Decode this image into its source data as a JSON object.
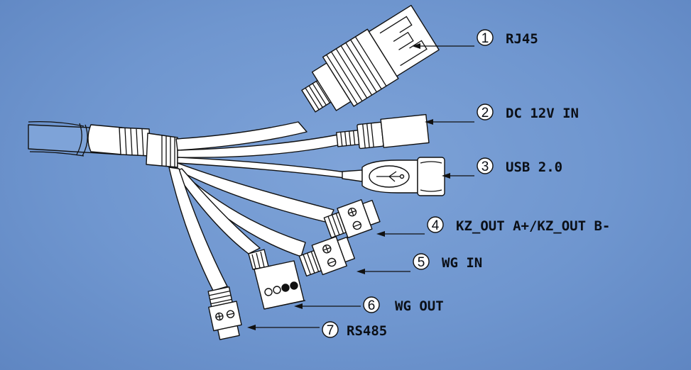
{
  "labels": [
    {
      "num": "1",
      "text": "RJ45"
    },
    {
      "num": "2",
      "text": "DC 12V IN"
    },
    {
      "num": "3",
      "text": "USB 2.0"
    },
    {
      "num": "4",
      "text": "KZ_OUT A+/KZ_OUT B-"
    },
    {
      "num": "5",
      "text": "WG IN"
    },
    {
      "num": "6",
      "text": "WG OUT"
    },
    {
      "num": "7",
      "text": "RS485"
    }
  ],
  "terminal_block_pins": [
    "1",
    "2",
    "3",
    "4"
  ]
}
